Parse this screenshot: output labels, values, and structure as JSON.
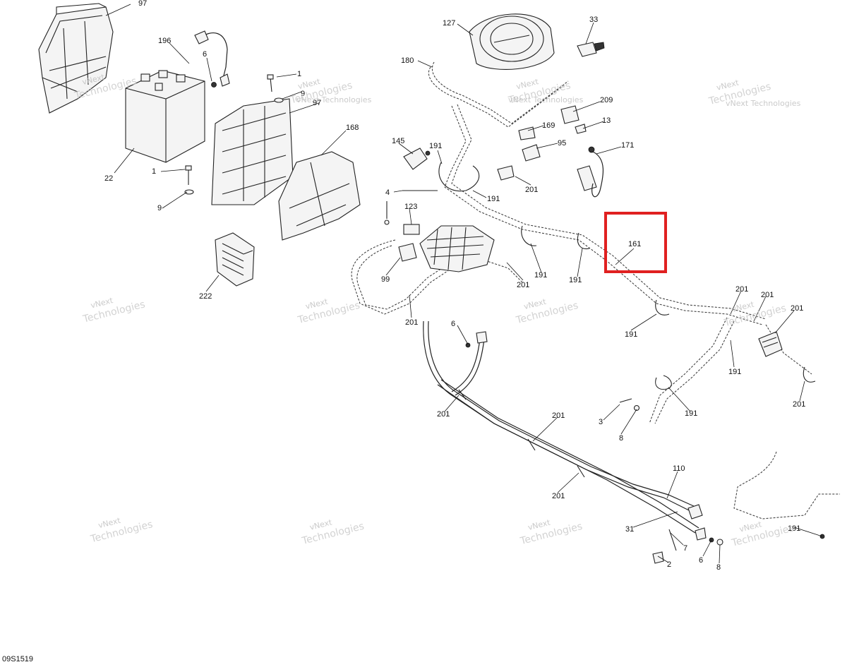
{
  "diagram": {
    "code": "09S1519",
    "highlight_color": "#e02020",
    "highlight_label": "161",
    "callouts": [
      "97",
      "196",
      "6",
      "1",
      "9",
      "97",
      "22",
      "1",
      "9",
      "168",
      "222",
      "127",
      "180",
      "33",
      "209",
      "13",
      "169",
      "95",
      "171",
      "145",
      "191",
      "201",
      "4",
      "123",
      "191",
      "99",
      "201",
      "191",
      "191",
      "201",
      "161",
      "201",
      "201",
      "201",
      "191",
      "191",
      "201",
      "191",
      "6",
      "201",
      "201",
      "201",
      "3",
      "8",
      "110",
      "31",
      "7",
      "2",
      "6",
      "8",
      "191"
    ]
  },
  "watermark": {
    "line1": "vNext",
    "line2": "Technologies",
    "full": "vNext Technologies"
  }
}
